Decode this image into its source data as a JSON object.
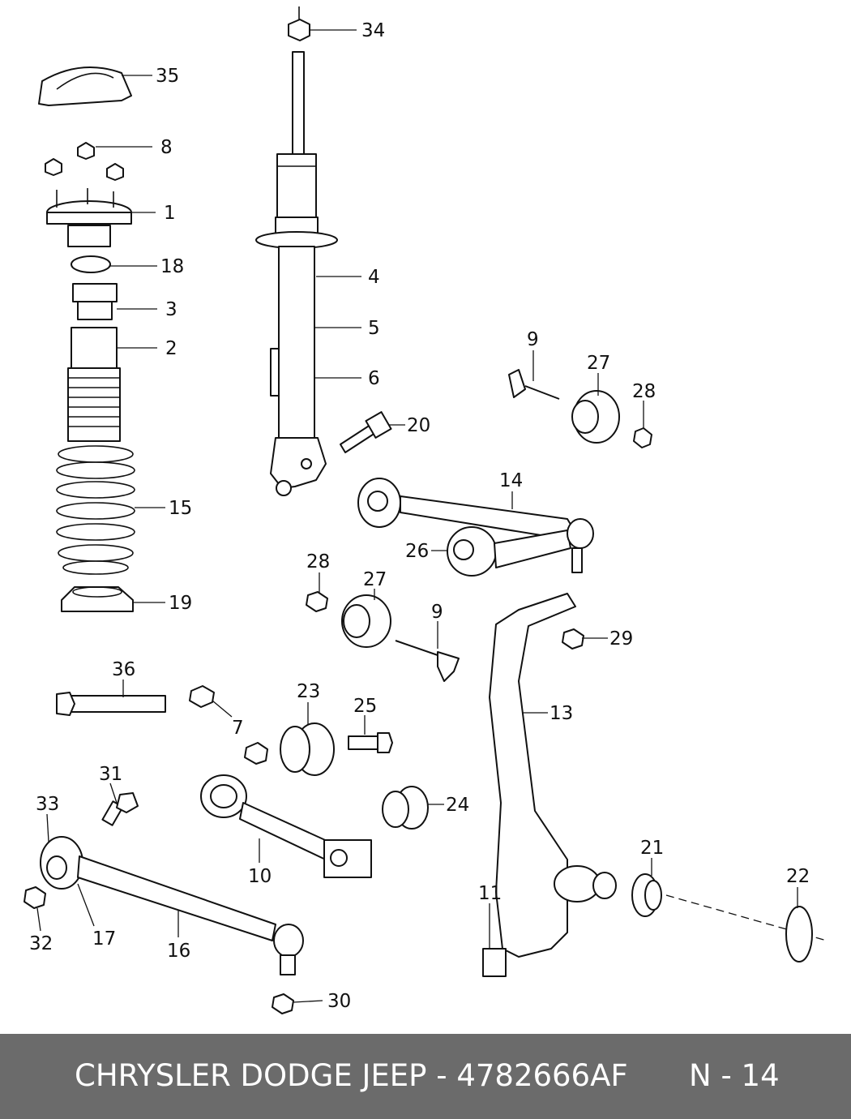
{
  "callouts": {
    "c34": "34",
    "c35": "35",
    "c8": "8",
    "c1": "1",
    "c18": "18",
    "c3": "3",
    "c2": "2",
    "c15": "15",
    "c19": "19",
    "c4": "4",
    "c5": "5",
    "c6": "6",
    "c20": "20",
    "c9a": "9",
    "c27a": "27",
    "c28a": "28",
    "c14": "14",
    "c26": "26",
    "c28b": "28",
    "c27b": "27",
    "c9b": "9",
    "c29": "29",
    "c36": "36",
    "c7": "7",
    "c23": "23",
    "c25": "25",
    "c13": "13",
    "c31": "31",
    "c24": "24",
    "c33": "33",
    "c10": "10",
    "c21": "21",
    "c22": "22",
    "c11": "11",
    "c32": "32",
    "c17": "17",
    "c16": "16",
    "c30": "30"
  },
  "footer": {
    "title": "CHRYSLER DODGE JEEP - 4782666AF",
    "page": "N - 14"
  },
  "colors": {
    "footer_bg": "#6b6b6b",
    "footer_text": "#ffffff",
    "line": "#111111"
  }
}
